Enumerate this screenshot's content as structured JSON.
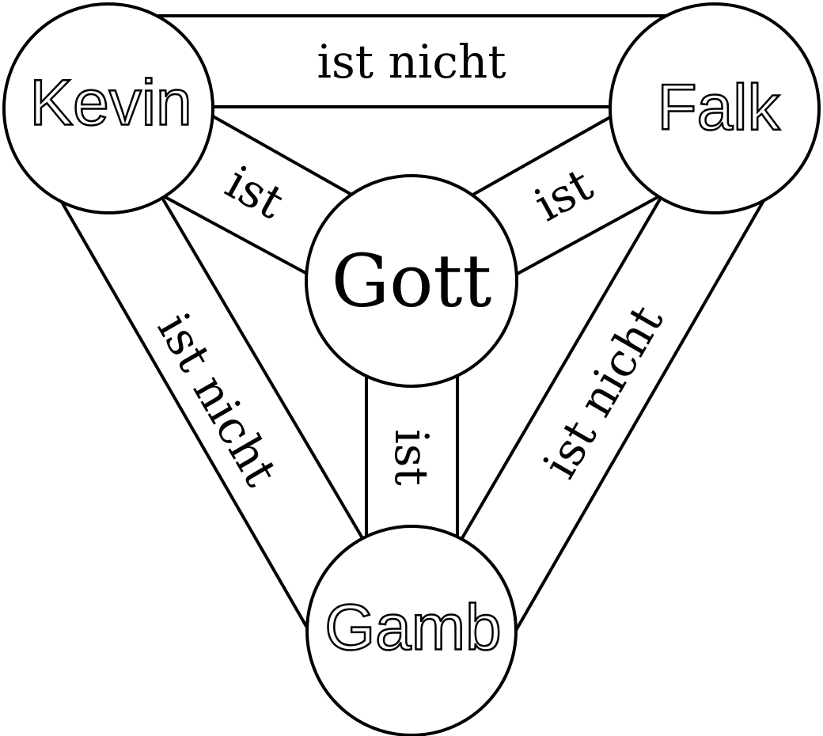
{
  "nodes": {
    "top_left": "Kevin",
    "top_right": "Falk",
    "center": "Gott",
    "bottom": "Gamb"
  },
  "edges": {
    "kevin_falk": "ist nicht",
    "kevin_gott": "ist",
    "falk_gott": "ist",
    "gamb_gott": "ist",
    "kevin_gamb": "ist nicht",
    "falk_gamb": "ist nicht"
  }
}
